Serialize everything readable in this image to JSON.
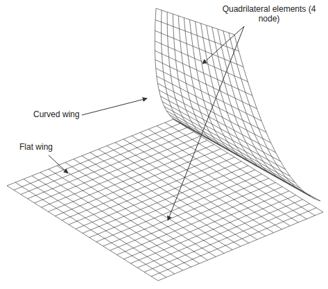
{
  "diagram": {
    "labels": [
      "Quadrilateral elements (4 node)",
      "Curved wing",
      "Flat wing"
    ]
  }
}
